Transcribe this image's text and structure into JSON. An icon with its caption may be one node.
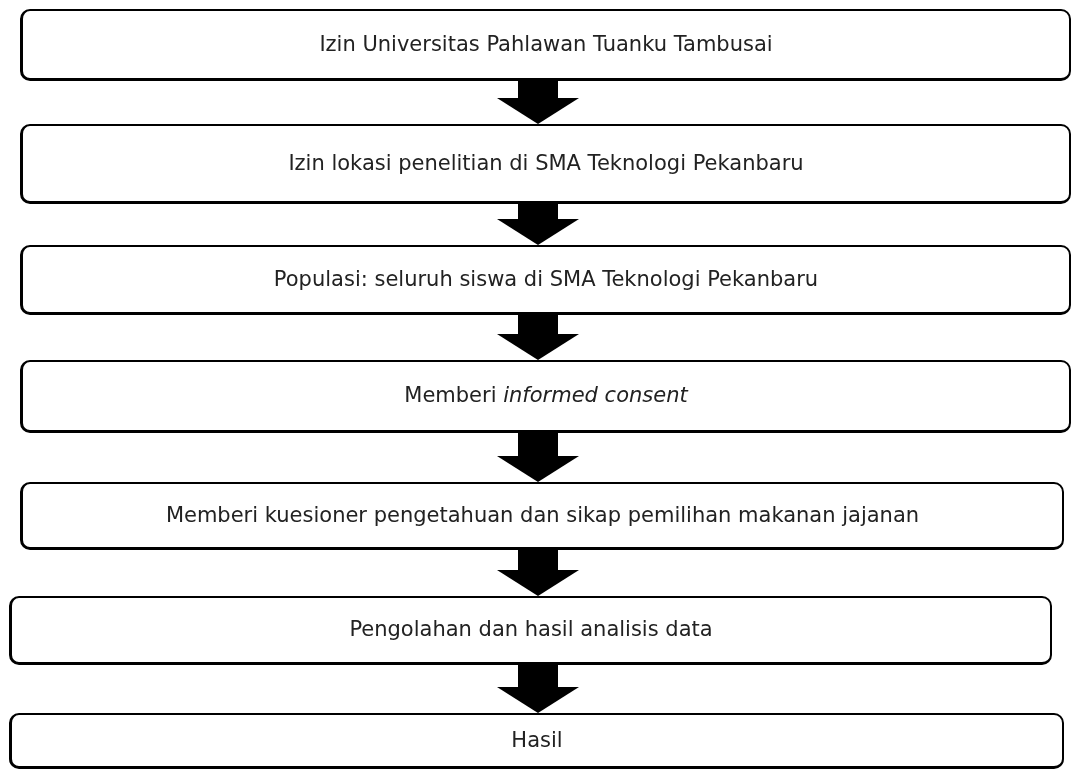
{
  "diagram": {
    "nodes": [
      {
        "text": [
          "Izin Universitas Pahlawan Tuanku Tambusai"
        ]
      },
      {
        "text": [
          "Izin lokasi penelitian di SMA Teknologi Pekanbaru"
        ]
      },
      {
        "text": [
          "Populasi: seluruh siswa di SMA Teknologi Pekanbaru"
        ]
      },
      {
        "text": [
          "Memberi *informed consent*"
        ]
      },
      {
        "text": [
          "Memberi kuesioner pengetahuan dan sikap pemilihan makanan jajanan"
        ]
      },
      {
        "text": [
          "Pengolahan dan hasil analisis data"
        ]
      },
      {
        "text": [
          "Hasil"
        ]
      }
    ],
    "edges": [
      {
        "from": 0,
        "to": 1,
        "arrow": "to"
      },
      {
        "from": 1,
        "to": 2,
        "arrow": "to"
      },
      {
        "from": 2,
        "to": 3,
        "arrow": "to"
      },
      {
        "from": 3,
        "to": 4,
        "arrow": "to"
      },
      {
        "from": 4,
        "to": 5,
        "arrow": "to"
      },
      {
        "from": 5,
        "to": 6,
        "arrow": "to"
      }
    ]
  }
}
